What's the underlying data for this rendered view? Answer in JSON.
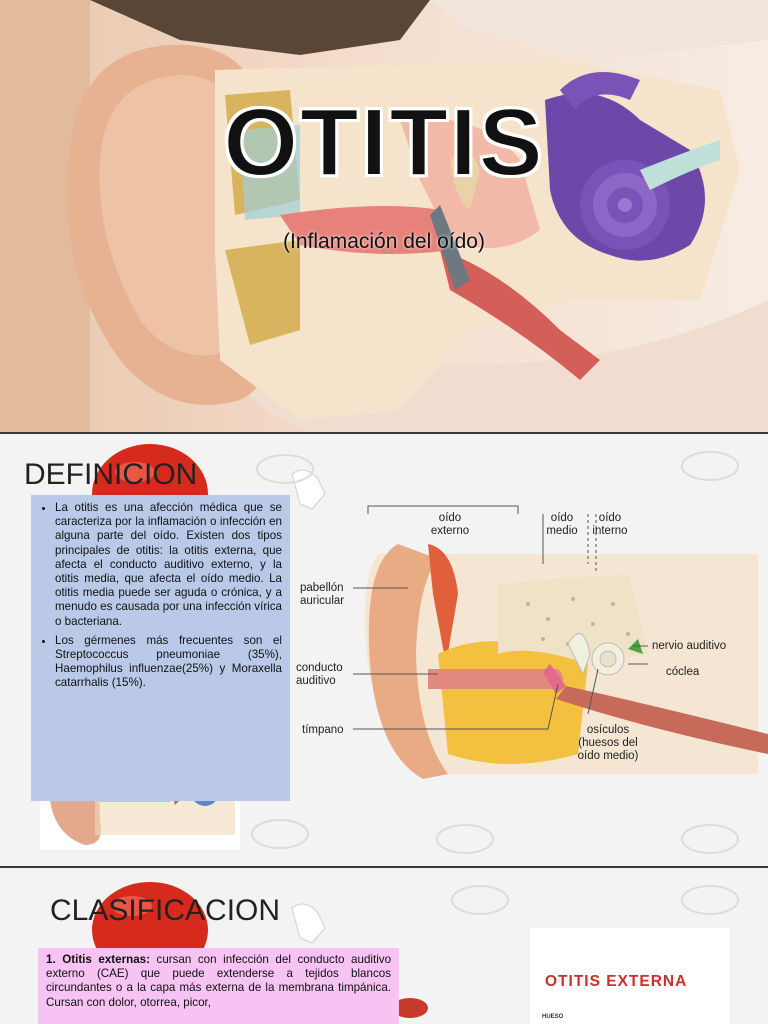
{
  "slide1": {
    "title": "OTITIS",
    "subtitle": "(Inflamación del oído)"
  },
  "slide2": {
    "heading": "DEFINICION",
    "bullets": [
      "La otitis es una afección médica que se caracteriza por la inflamación o infección en alguna parte del oído. Existen dos tipos principales de otitis: la otitis externa, que afecta el conducto auditivo externo, y la otitis media, que afecta el oído medio. La otitis media puede ser aguda o crónica, y a menudo es causada por una infección vírica o bacteriana.",
      "Los gérmenes más frecuentes son el Streptococcus pneumoniae (35%), Haemophilus influenzae(25%) y Moraxella catarrhalis (15%)."
    ],
    "diagram_labels": {
      "oido_externo": [
        "oído",
        "externo"
      ],
      "oido_medio": [
        "oído",
        "medio"
      ],
      "oido_interno": [
        "oído",
        "interno"
      ],
      "pabellon": [
        "pabellón",
        "auricular"
      ],
      "conducto": [
        "conducto",
        "auditivo"
      ],
      "timpano": "tímpano",
      "nervio": "nervio auditivo",
      "coclea": "cóclea",
      "osiculos": [
        "osículos",
        "(huesos del",
        "oído medio)"
      ]
    }
  },
  "slide3": {
    "heading": "CLASIFICACION",
    "item_bold": "1. Otitis externas:",
    "item_text": " cursan con infección del conducto auditivo externo (CAE) que puede extenderse a tejidos blancos circundantes o a la capa más externa de la membrana timpánica. Cursan con dolor, otorrea, picor,",
    "image_title": "OTITIS EXTERNA",
    "image_small": "HUESO"
  },
  "colors": {
    "def_box": "#b9c9e7",
    "clas_box": "#f6c3f2",
    "accent_red": "#c8302b"
  },
  "icons": [
    "ear-anatomy-illustration",
    "red-mascot-figure",
    "watermark-icon"
  ]
}
